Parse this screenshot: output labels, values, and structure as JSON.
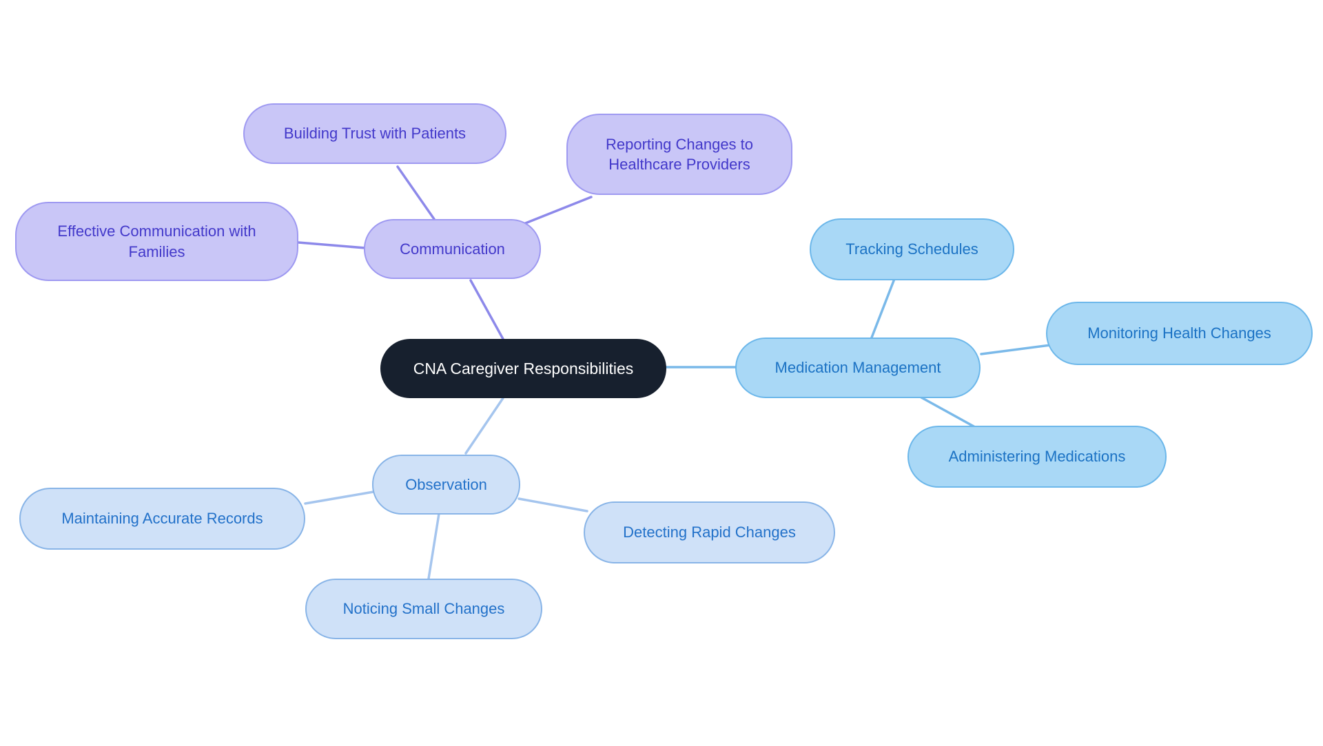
{
  "diagram": {
    "type": "mindmap",
    "root": {
      "label": "CNA Caregiver Responsibilities",
      "fill": "#17202e",
      "text_color": "#ffffff"
    },
    "branches": [
      {
        "label": "Communication",
        "fill": "#c9c6f7",
        "border": "#9e99f1",
        "text_color": "#4238ca",
        "line_color": "#8d89ea",
        "children": [
          {
            "label": "Building Trust with Patients"
          },
          {
            "label": "Reporting Changes to Healthcare Providers"
          },
          {
            "label": "Effective Communication with Families"
          }
        ]
      },
      {
        "label": "Medication Management",
        "fill": "#a9d8f6",
        "border": "#6cb7ea",
        "text_color": "#1b72c4",
        "line_color": "#7ab9e9",
        "children": [
          {
            "label": "Tracking Schedules"
          },
          {
            "label": "Monitoring Health Changes"
          },
          {
            "label": "Administering Medications"
          }
        ]
      },
      {
        "label": "Observation",
        "fill": "#cfe1f8",
        "border": "#88b4e7",
        "text_color": "#2271c9",
        "line_color": "#a5c5ee",
        "children": [
          {
            "label": "Maintaining Accurate Records"
          },
          {
            "label": "Detecting Rapid Changes"
          },
          {
            "label": "Noticing Small Changes"
          }
        ]
      }
    ]
  }
}
